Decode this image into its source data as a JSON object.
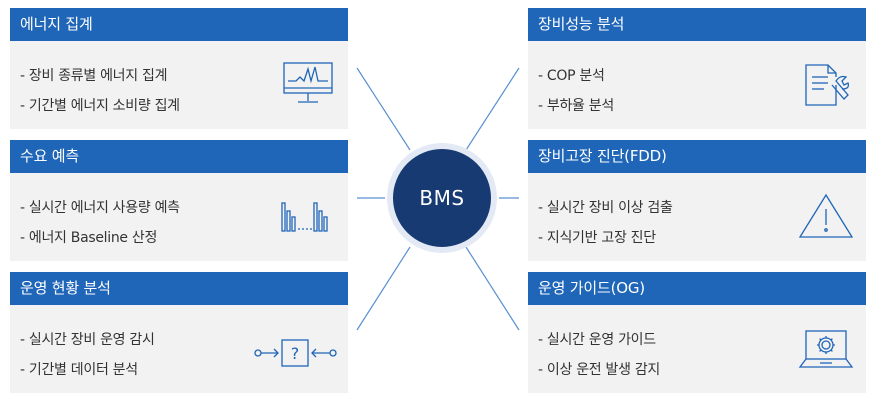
{
  "hub": {
    "label": "BMS"
  },
  "colors": {
    "header": "#1f65b8",
    "card_bg": "#f2f2f2",
    "hub": "#173a72",
    "icon": "#1f65b8",
    "line": "#1f65b8"
  },
  "cards": [
    {
      "title": "에너지 집계",
      "items": [
        "- 장비 종류별 에너지 집계",
        "- 기간별 에너지 소비량 집계"
      ],
      "icon": "monitor-chart-icon"
    },
    {
      "title": "수요 예측",
      "items": [
        "- 실시간 에너지 사용량 예측",
        "- 에너지 Baseline 산정"
      ],
      "icon": "bar-forecast-icon"
    },
    {
      "title": "운영 현황 분석",
      "items": [
        "- 실시간 장비 운영 감시",
        "- 기간별 데이터 분석"
      ],
      "icon": "flow-question-icon"
    },
    {
      "title": "장비성능 분석",
      "items": [
        "- COP 분석",
        "- 부하율 분석"
      ],
      "icon": "document-wrench-icon"
    },
    {
      "title": "장비고장 진단(FDD)",
      "items": [
        "- 실시간 장비 이상 검출",
        "- 지식기반 고장 진단"
      ],
      "icon": "warning-icon"
    },
    {
      "title": "운영 가이드(OG)",
      "items": [
        "- 실시간 운영 가이드",
        "- 이상 운전 발생 감지"
      ],
      "icon": "laptop-gear-icon"
    }
  ]
}
